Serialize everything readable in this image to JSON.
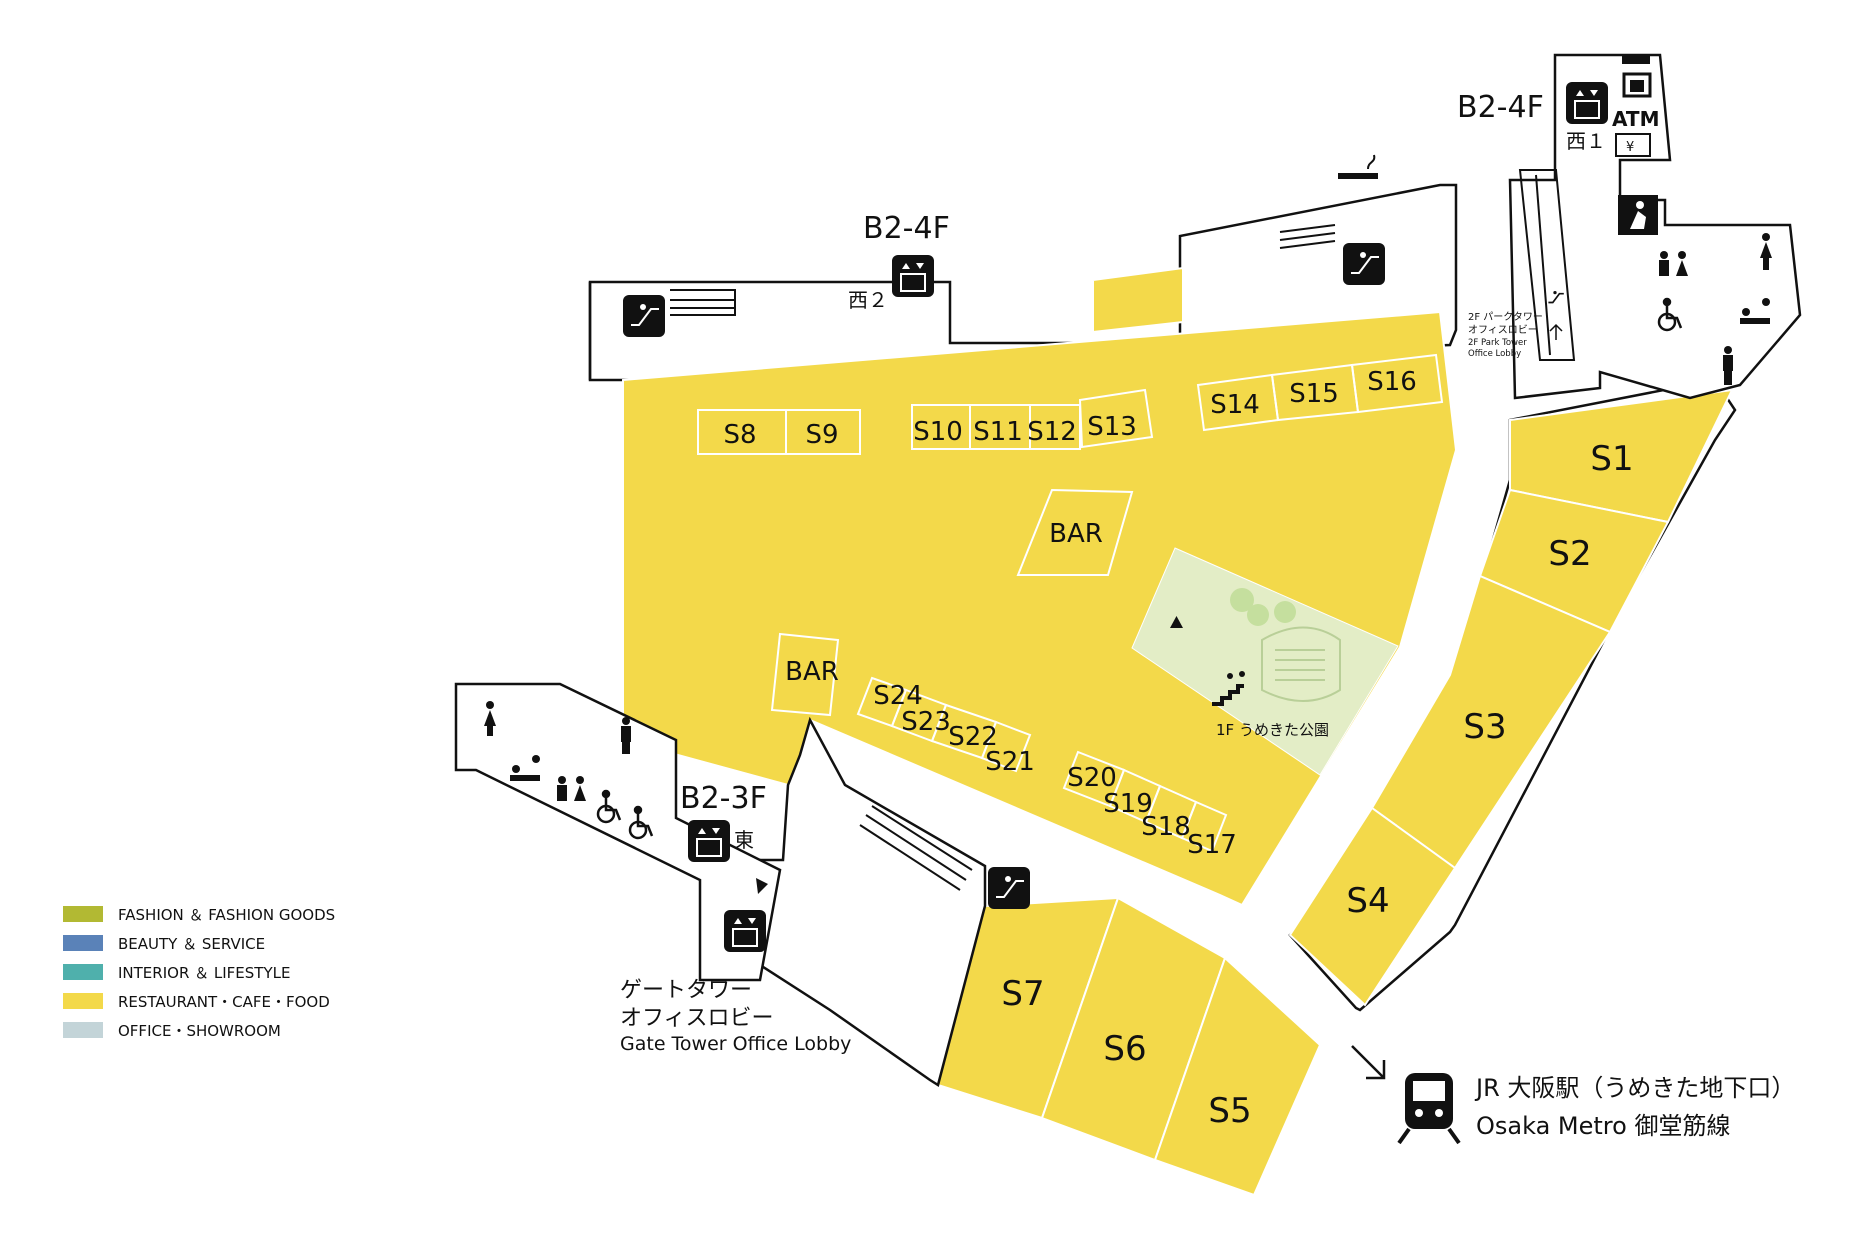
{
  "floors": {
    "west2": "B2-4F",
    "west1": "B2-4F",
    "east": "B2-3F"
  },
  "elevators": {
    "west2_label": "西２",
    "west1_label": "西１",
    "east_label": "東"
  },
  "shops": {
    "s1": "S1",
    "s2": "S2",
    "s3": "S3",
    "s4": "S4",
    "s5": "S5",
    "s6": "S6",
    "s7": "S7",
    "s8": "S8",
    "s9": "S9",
    "s10": "S10",
    "s11": "S11",
    "s12": "S12",
    "s13": "S13",
    "s14": "S14",
    "s15": "S15",
    "s16": "S16",
    "s17": "S17",
    "s18": "S18",
    "s19": "S19",
    "s20": "S20",
    "s21": "S21",
    "s22": "S22",
    "s23": "S23",
    "s24": "S24",
    "bar1": "BAR",
    "bar2": "BAR"
  },
  "park": {
    "label": "1F うめきた公園"
  },
  "park_tower_lobby": {
    "line1": "2F パークタワー",
    "line2": "オフィスロビー",
    "line3": "2F Park Tower",
    "line4": "Office Lobby"
  },
  "atm": {
    "label": "ATM",
    "yen": "¥"
  },
  "gate_tower_lobby": {
    "line1": "ゲートタワー",
    "line2": "オフィスロビー",
    "line3": "Gate Tower Office Lobby"
  },
  "exit": {
    "line1": "JR 大阪駅（うめきた地下口）",
    "line2": "Osaka Metro 御堂筋線"
  },
  "legend": [
    {
      "label": "FASHION ＆ FASHION GOODS",
      "color": "#b2b933"
    },
    {
      "label": "BEAUTY ＆ SERVICE",
      "color": "#5a82b8"
    },
    {
      "label": "INTERIOR ＆ LIFESTYLE",
      "color": "#4fb0ac"
    },
    {
      "label": "RESTAURANT・CAFE・FOOD",
      "color": "#f3d94a"
    },
    {
      "label": "OFFICE・SHOWROOM",
      "color": "#c3d4d8"
    }
  ],
  "colors": {
    "restaurant": "#f3d94a",
    "park": "#e3edc6",
    "wall": "#111111"
  },
  "icons": [
    "escalator-icon",
    "elevator-icon",
    "smoking-icon",
    "locker-icon",
    "atm-icon",
    "prayer-room-icon",
    "womens-restroom-icon",
    "mens-restroom-icon",
    "accessible-restroom-icon",
    "family-restroom-icon",
    "baby-changing-icon",
    "stairs-icon",
    "train-icon",
    "arrow-icon"
  ]
}
